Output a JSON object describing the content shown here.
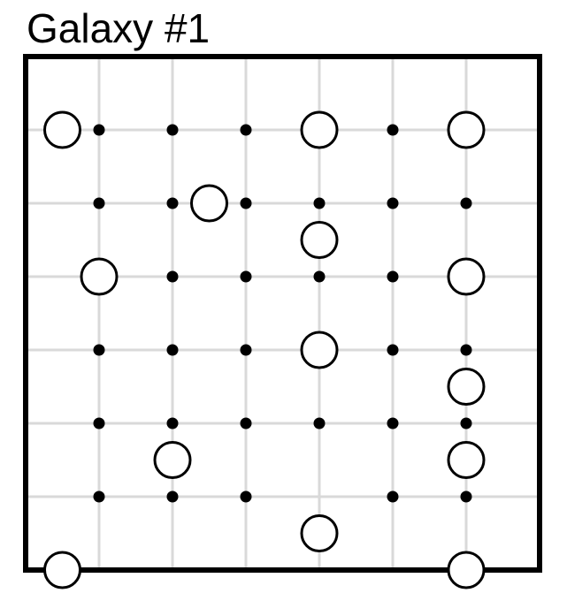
{
  "title": "Galaxy #1",
  "puzzle": {
    "rows": 7,
    "cols": 7,
    "dots": [
      [
        1,
        1
      ],
      [
        2,
        1
      ],
      [
        3,
        1
      ],
      [
        5,
        1
      ],
      [
        1,
        2
      ],
      [
        2,
        2
      ],
      [
        3,
        2
      ],
      [
        4,
        2
      ],
      [
        5,
        2
      ],
      [
        6,
        2
      ],
      [
        2,
        3
      ],
      [
        3,
        3
      ],
      [
        4,
        3
      ],
      [
        5,
        3
      ],
      [
        1,
        4
      ],
      [
        2,
        4
      ],
      [
        3,
        4
      ],
      [
        5,
        4
      ],
      [
        6,
        4
      ],
      [
        1,
        5
      ],
      [
        2,
        5
      ],
      [
        3,
        5
      ],
      [
        4,
        5
      ],
      [
        5,
        5
      ],
      [
        6,
        5
      ],
      [
        1,
        6
      ],
      [
        2,
        6
      ],
      [
        3,
        6
      ],
      [
        5,
        6
      ],
      [
        6,
        6
      ]
    ],
    "centers": [
      [
        0.5,
        1
      ],
      [
        4,
        1
      ],
      [
        6,
        1
      ],
      [
        2.5,
        2
      ],
      [
        4,
        2.5
      ],
      [
        1,
        3
      ],
      [
        6,
        3
      ],
      [
        4,
        4
      ],
      [
        6,
        4.5
      ],
      [
        2,
        5.5
      ],
      [
        6,
        5.5
      ],
      [
        4,
        6.5
      ],
      [
        0.5,
        7
      ],
      [
        6,
        7
      ]
    ]
  },
  "colors": {
    "border": "#000000",
    "grid": "#d9d9d9",
    "dot": "#000000",
    "circle_stroke": "#000000",
    "circle_fill": "#ffffff"
  }
}
